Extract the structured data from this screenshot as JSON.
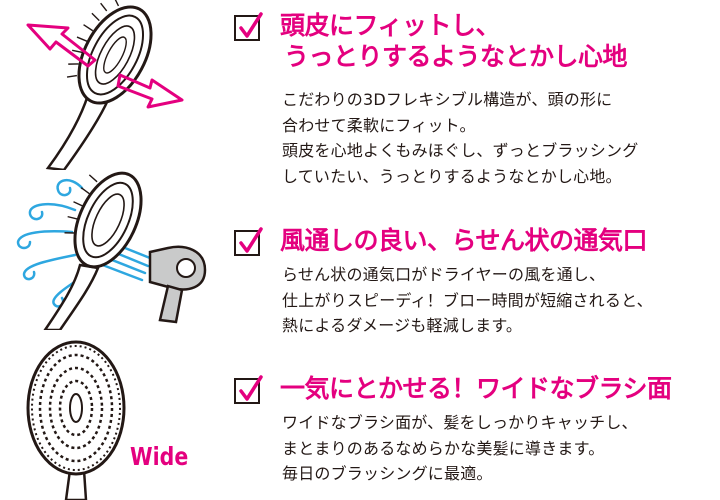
{
  "colors": {
    "accent": "#e4007f",
    "text": "#231815",
    "air_blue": "#2ea7e0"
  },
  "features": [
    {
      "icon": "checkmark-box-icon",
      "heading_lines": [
        "頭皮にフィットし、",
        "うっとりするようなとかし心地"
      ],
      "body_lines": [
        "こだわりの3Dフレキシブル構造が、頭の形に",
        "合わせて柔軟にフィット。",
        "頭皮を心地よくもみほぐし、ずっとブラッシング",
        "していたい、うっとりするようなとかし心地。"
      ]
    },
    {
      "icon": "checkmark-box-icon",
      "heading_lines": [
        "風通しの良い、らせん状の通気口"
      ],
      "body_lines": [
        "らせん状の通気口がドライヤーの風を通し、",
        "仕上がりスピーディ！ブロー時間が短縮されると、",
        "熱によるダメージも軽減します。"
      ]
    },
    {
      "icon": "checkmark-box-icon",
      "heading_lines": [
        "一気にとかせる！ワイドなブラシ面"
      ],
      "body_lines": [
        "ワイドなブラシ面が、髪をしっかりキャッチし、",
        "まとまりのあるなめらかな美髪に導きます。",
        "毎日のブラッシングに最適。"
      ]
    }
  ],
  "wide_label": "Wide"
}
